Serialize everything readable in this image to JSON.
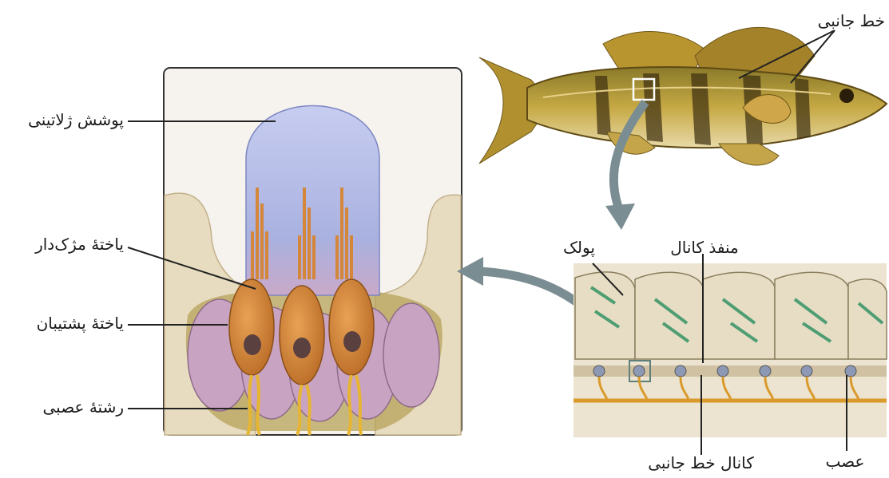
{
  "colors": {
    "gel": "#a9b1e0",
    "hair_cell": "#d4863a",
    "support_cell": "#c9a3c2",
    "nerve": "#e6b532",
    "tissue": "#e8dcc0",
    "canal_line": "#d99a2b",
    "scale_stripe": "#4f9e73",
    "fish_body": "#b89a3a",
    "arrow": "#7a8d92"
  },
  "labels": {
    "gel_cap": "پوشش ژلاتینی",
    "hair_cell": "یاختهٔ مژک‌دار",
    "support_cell": "یاختهٔ پشتیبان",
    "nerve_fiber": "رشتهٔ عصبی",
    "lateral_line": "خط جانبی",
    "scale": "پولک",
    "canal_opening": "منفذ کانال",
    "lateral_line_canal": "کانال خط جانبی",
    "nerve": "عصب"
  },
  "icons": {
    "zoom_arrow_down": "curved-arrow-down-icon",
    "zoom_arrow_left": "curved-arrow-left-icon"
  }
}
